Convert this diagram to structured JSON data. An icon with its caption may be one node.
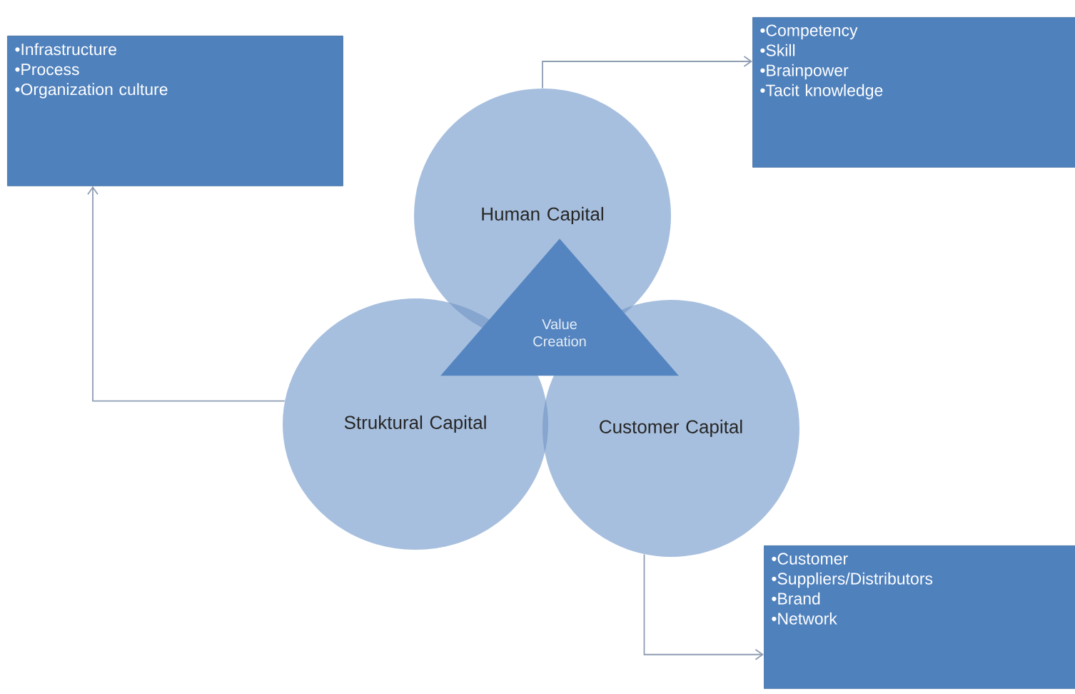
{
  "diagram": {
    "nodes": [
      {
        "text": [
          "•Infrastructure",
          "•Process",
          "•Organization culture"
        ]
      },
      {
        "text": [
          "•Competency",
          "•Skill",
          "•Brainpower",
          "•Tacit knowledge"
        ]
      },
      {
        "text": [
          "Human Capital"
        ]
      },
      {
        "text": [
          "Value Creation"
        ]
      },
      {
        "text": [
          "Struktural Capital"
        ]
      },
      {
        "text": [
          "Customer Capital"
        ]
      },
      {
        "text": [
          "•Customer",
          "•Suppliers/Distributors",
          "•Brand",
          "•Network"
        ]
      }
    ],
    "edges": [
      {
        "from": 4,
        "to": 0,
        "arrow": "to"
      },
      {
        "from": 2,
        "to": 1,
        "arrow": "to"
      },
      {
        "from": 5,
        "to": 6,
        "arrow": "to"
      }
    ]
  }
}
